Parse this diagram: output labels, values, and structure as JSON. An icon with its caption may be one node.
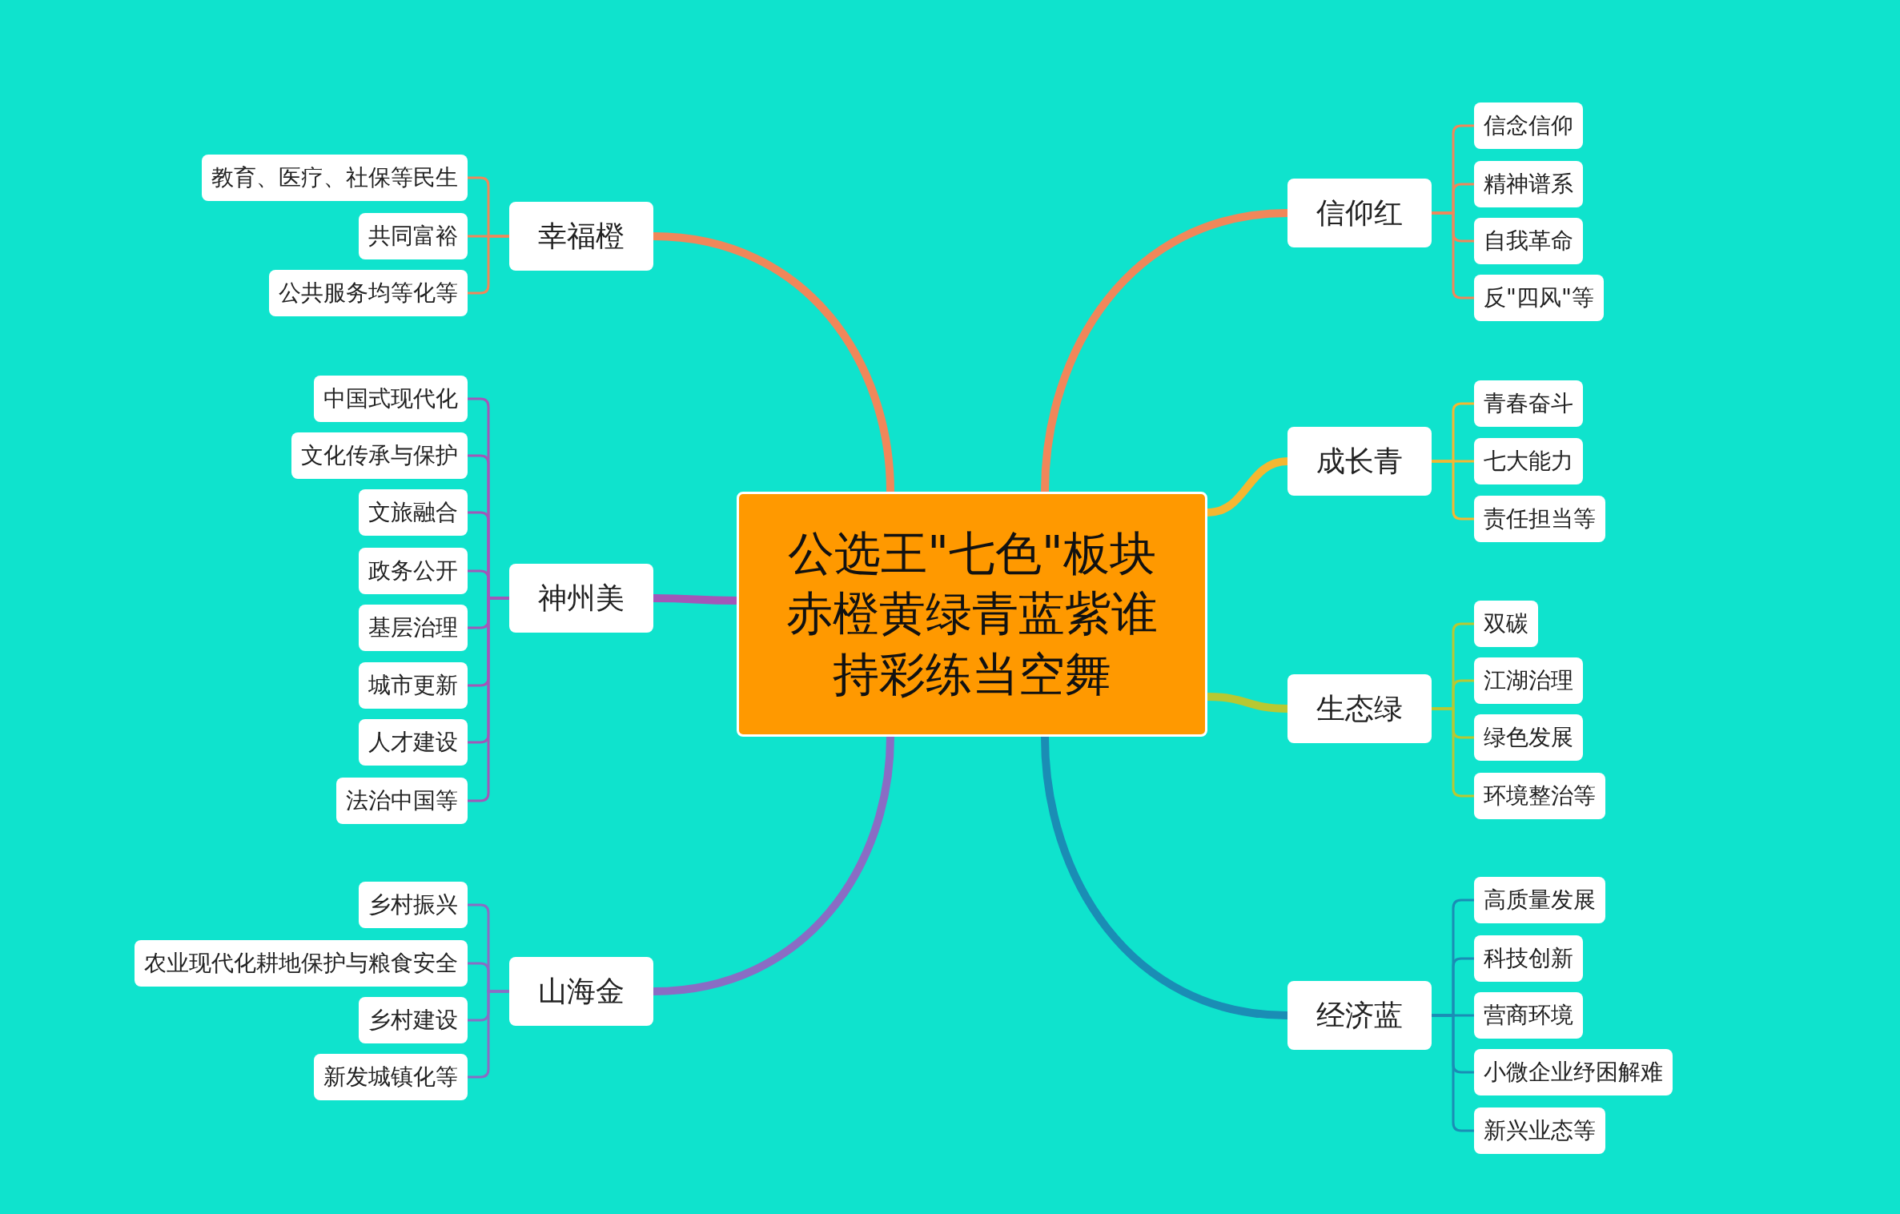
{
  "diagram": {
    "nodes": [
      {
        "text": [
          "公选王\"七色\"板块赤橙黄绿青蓝紫谁持彩练当空舞"
        ]
      },
      {
        "text": [
          "幸福橙"
        ]
      },
      {
        "text": [
          "神州美"
        ]
      },
      {
        "text": [
          "山海金"
        ]
      },
      {
        "text": [
          "信仰红"
        ]
      },
      {
        "text": [
          "成长青"
        ]
      },
      {
        "text": [
          "生态绿"
        ]
      },
      {
        "text": [
          "经济蓝"
        ]
      },
      {
        "text": [
          "教育、医疗、社保等民生"
        ]
      },
      {
        "text": [
          "共同富裕"
        ]
      },
      {
        "text": [
          "公共服务均等化等"
        ]
      },
      {
        "text": [
          "中国式现代化"
        ]
      },
      {
        "text": [
          "文化传承与保护"
        ]
      },
      {
        "text": [
          "文旅融合"
        ]
      },
      {
        "text": [
          "政务公开"
        ]
      },
      {
        "text": [
          "基层治理"
        ]
      },
      {
        "text": [
          "城市更新"
        ]
      },
      {
        "text": [
          "人才建设"
        ]
      },
      {
        "text": [
          "法治中国等"
        ]
      },
      {
        "text": [
          "乡村振兴"
        ]
      },
      {
        "text": [
          "农业现代化耕地保护与粮食安全"
        ]
      },
      {
        "text": [
          "乡村建设"
        ]
      },
      {
        "text": [
          "新发城镇化等"
        ]
      },
      {
        "text": [
          "信念信仰"
        ]
      },
      {
        "text": [
          "精神谱系"
        ]
      },
      {
        "text": [
          "自我革命"
        ]
      },
      {
        "text": [
          "反\"四风\"等"
        ]
      },
      {
        "text": [
          "青春奋斗"
        ]
      },
      {
        "text": [
          "七大能力"
        ]
      },
      {
        "text": [
          "责任担当等"
        ]
      },
      {
        "text": [
          "双碳"
        ]
      },
      {
        "text": [
          "江湖治理"
        ]
      },
      {
        "text": [
          "绿色发展"
        ]
      },
      {
        "text": [
          "环境整治等"
        ]
      },
      {
        "text": [
          "高质量发展"
        ]
      },
      {
        "text": [
          "科技创新"
        ]
      },
      {
        "text": [
          "营商环境"
        ]
      },
      {
        "text": [
          "小微企业纾困解难"
        ]
      },
      {
        "text": [
          "新兴业态等"
        ]
      }
    ],
    "edges": [
      {
        "from": 0,
        "to": 1,
        "arrow": "none",
        "style": "thick",
        "color": "#f0875a"
      },
      {
        "from": 0,
        "to": 2,
        "arrow": "none",
        "style": "thick",
        "color": "#a257b8"
      },
      {
        "from": 0,
        "to": 3,
        "arrow": "none",
        "style": "thick",
        "color": "#8a6cc4"
      },
      {
        "from": 0,
        "to": 4,
        "arrow": "none",
        "style": "thick",
        "color": "#f0875a"
      },
      {
        "from": 0,
        "to": 5,
        "arrow": "none",
        "style": "thick",
        "color": "#f5b731"
      },
      {
        "from": 0,
        "to": 6,
        "arrow": "none",
        "style": "thick",
        "color": "#b8c832"
      },
      {
        "from": 0,
        "to": 7,
        "arrow": "none",
        "style": "thick",
        "color": "#1a8db5"
      },
      {
        "from": 1,
        "to": 8,
        "arrow": "none",
        "color": "#f0875a"
      },
      {
        "from": 1,
        "to": 9,
        "arrow": "none",
        "color": "#f0875a"
      },
      {
        "from": 1,
        "to": 10,
        "arrow": "none",
        "color": "#f0875a"
      },
      {
        "from": 2,
        "to": 11,
        "arrow": "none",
        "color": "#a257b8"
      },
      {
        "from": 2,
        "to": 12,
        "arrow": "none",
        "color": "#a257b8"
      },
      {
        "from": 2,
        "to": 13,
        "arrow": "none",
        "color": "#a257b8"
      },
      {
        "from": 2,
        "to": 14,
        "arrow": "none",
        "color": "#a257b8"
      },
      {
        "from": 2,
        "to": 15,
        "arrow": "none",
        "color": "#a257b8"
      },
      {
        "from": 2,
        "to": 16,
        "arrow": "none",
        "color": "#a257b8"
      },
      {
        "from": 2,
        "to": 17,
        "arrow": "none",
        "color": "#a257b8"
      },
      {
        "from": 2,
        "to": 18,
        "arrow": "none",
        "color": "#a257b8"
      },
      {
        "from": 3,
        "to": 19,
        "arrow": "none",
        "color": "#8a6cc4"
      },
      {
        "from": 3,
        "to": 20,
        "arrow": "none",
        "color": "#8a6cc4"
      },
      {
        "from": 3,
        "to": 21,
        "arrow": "none",
        "color": "#8a6cc4"
      },
      {
        "from": 3,
        "to": 22,
        "arrow": "none",
        "color": "#8a6cc4"
      },
      {
        "from": 4,
        "to": 23,
        "arrow": "none",
        "color": "#f0875a"
      },
      {
        "from": 4,
        "to": 24,
        "arrow": "none",
        "color": "#f0875a"
      },
      {
        "from": 4,
        "to": 25,
        "arrow": "none",
        "color": "#f0875a"
      },
      {
        "from": 4,
        "to": 26,
        "arrow": "none",
        "color": "#f0875a"
      },
      {
        "from": 5,
        "to": 27,
        "arrow": "none",
        "color": "#f5b731"
      },
      {
        "from": 5,
        "to": 28,
        "arrow": "none",
        "color": "#f5b731"
      },
      {
        "from": 5,
        "to": 29,
        "arrow": "none",
        "color": "#f5b731"
      },
      {
        "from": 6,
        "to": 30,
        "arrow": "none",
        "color": "#b8c832"
      },
      {
        "from": 6,
        "to": 31,
        "arrow": "none",
        "color": "#b8c832"
      },
      {
        "from": 6,
        "to": 32,
        "arrow": "none",
        "color": "#b8c832"
      },
      {
        "from": 6,
        "to": 33,
        "arrow": "none",
        "color": "#b8c832"
      },
      {
        "from": 7,
        "to": 34,
        "arrow": "none",
        "color": "#1a8db5"
      },
      {
        "from": 7,
        "to": 35,
        "arrow": "none",
        "color": "#1a8db5"
      },
      {
        "from": 7,
        "to": 36,
        "arrow": "none",
        "color": "#1a8db5"
      },
      {
        "from": 7,
        "to": 37,
        "arrow": "none",
        "color": "#1a8db5"
      },
      {
        "from": 7,
        "to": 38,
        "arrow": "none",
        "color": "#1a8db5"
      }
    ]
  }
}
